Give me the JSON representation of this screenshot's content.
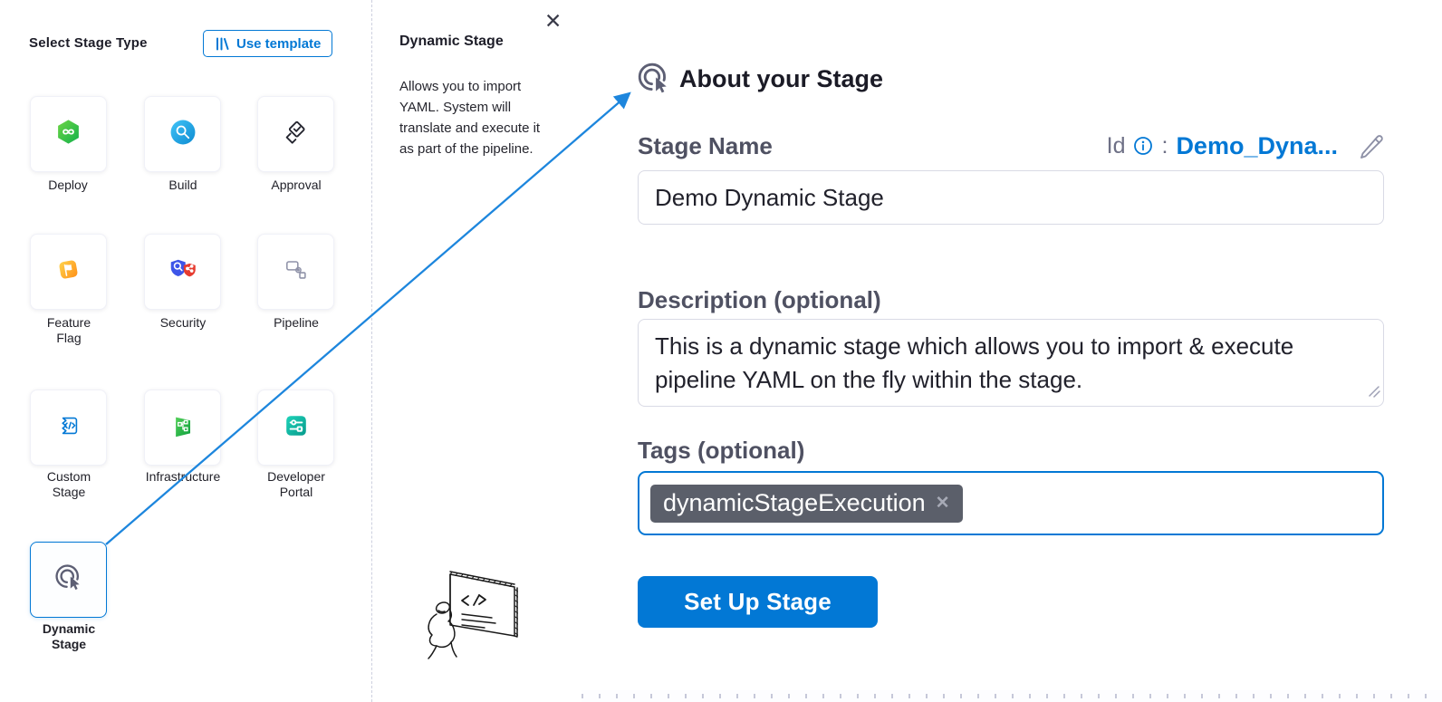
{
  "colors": {
    "accent_blue": "#0278d5",
    "heading_dark": "#1b1b26",
    "label_gray": "#4f5162",
    "input_border": "#d9dae5",
    "tag_background": "#5b5f6a",
    "arrow_blue": "#1d86dd"
  },
  "icons": {
    "close": "✕",
    "tag_remove": "✕",
    "names": [
      "use-template-icon",
      "close-icon",
      "dynamic-stage-icon",
      "info-icon",
      "edit-pencil-icon",
      "tag-remove-icon",
      "resize-handle-icon",
      "deploy-icon",
      "build-icon",
      "approval-icon",
      "feature-flag-icon",
      "security-icon",
      "pipeline-icon",
      "custom-stage-icon",
      "infrastructure-icon",
      "developer-portal-icon"
    ]
  },
  "stage_selector": {
    "title": "Select Stage Type",
    "use_template_label": "Use template",
    "stages": [
      {
        "label": "Deploy"
      },
      {
        "label": "Build"
      },
      {
        "label": "Approval"
      },
      {
        "label": "Feature Flag"
      },
      {
        "label": "Security"
      },
      {
        "label": "Pipeline"
      },
      {
        "label": "Custom Stage"
      },
      {
        "label": "Infrastructure"
      },
      {
        "label": "Developer Portal"
      },
      {
        "label": "Dynamic Stage",
        "selected": true
      }
    ]
  },
  "stage_info": {
    "title": "Dynamic Stage",
    "description": "Allows you to import YAML. System will translate and execute it as part of the pipeline."
  },
  "about_form": {
    "heading": "About your Stage",
    "stage_name_label": "Stage Name",
    "stage_name_value": "Demo Dynamic Stage",
    "id_label": "Id",
    "id_separator": ":",
    "id_value": "Demo_Dyna...",
    "description_label": "Description (optional)",
    "description_value": "This is a dynamic stage which allows you to import & execute pipeline YAML on the fly within the stage.",
    "tags_label": "Tags (optional)",
    "tags": [
      {
        "label": "dynamicStageExecution"
      }
    ],
    "submit_label": "Set Up Stage"
  }
}
